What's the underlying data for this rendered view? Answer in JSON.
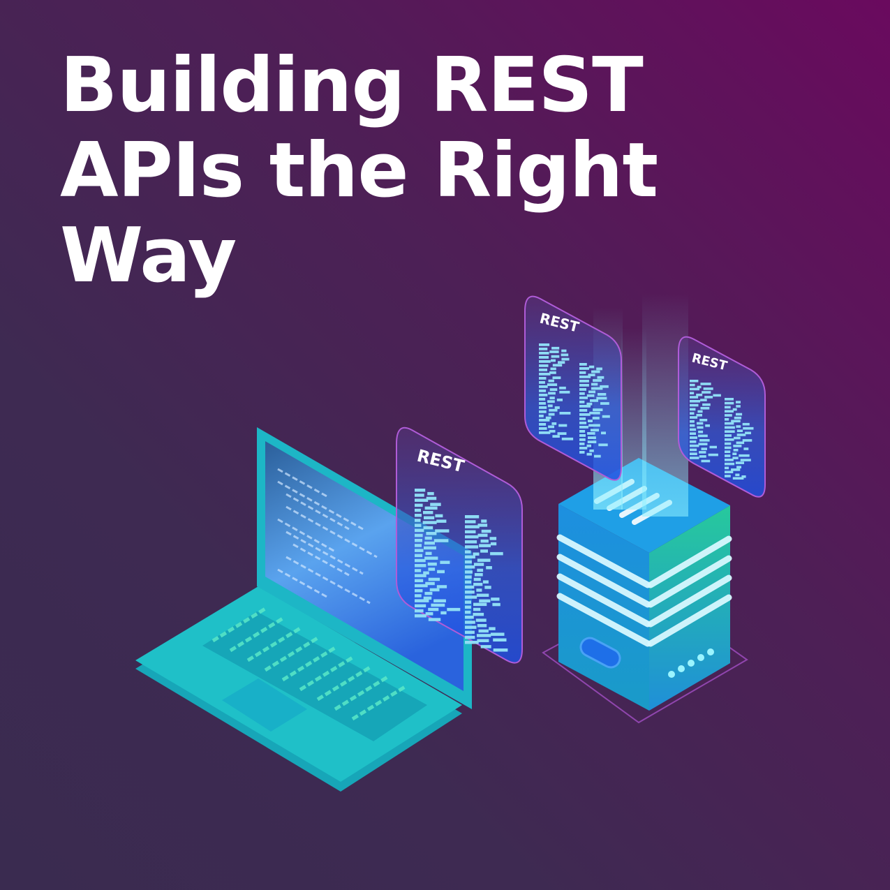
{
  "title": {
    "lines": [
      "Building REST",
      "APIs the Right",
      "Way"
    ]
  },
  "illustration": {
    "panel_label": "REST",
    "icons": [
      "laptop-icon",
      "server-icon",
      "code-document-icon"
    ]
  },
  "colors": {
    "background_start": "#3a2b50",
    "background_end": "#6a0a5e",
    "title_text": "#ffffff",
    "laptop_body": "#1fc0c8",
    "server_top": "#1ea7e8",
    "server_side": "#2bc4a0",
    "code_dash": "#8fdcf5"
  }
}
